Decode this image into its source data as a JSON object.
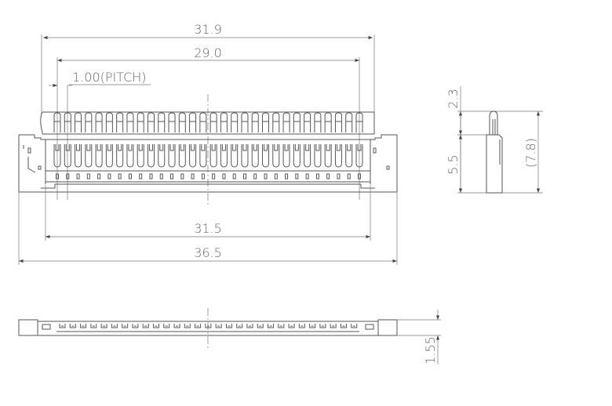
{
  "dimensions": {
    "overall_top_width": "31.9",
    "pin_span": "29.0",
    "pitch": "1.00(PITCH)",
    "body_inner_width": "31.5",
    "overall_width": "36.5",
    "pin_height": "2.3",
    "body_height": "5.5",
    "total_height": "(7.8)",
    "bottom_thickness": "1.55"
  },
  "pin_count": 30,
  "colors": {
    "line": "#555555",
    "text": "#666666"
  }
}
